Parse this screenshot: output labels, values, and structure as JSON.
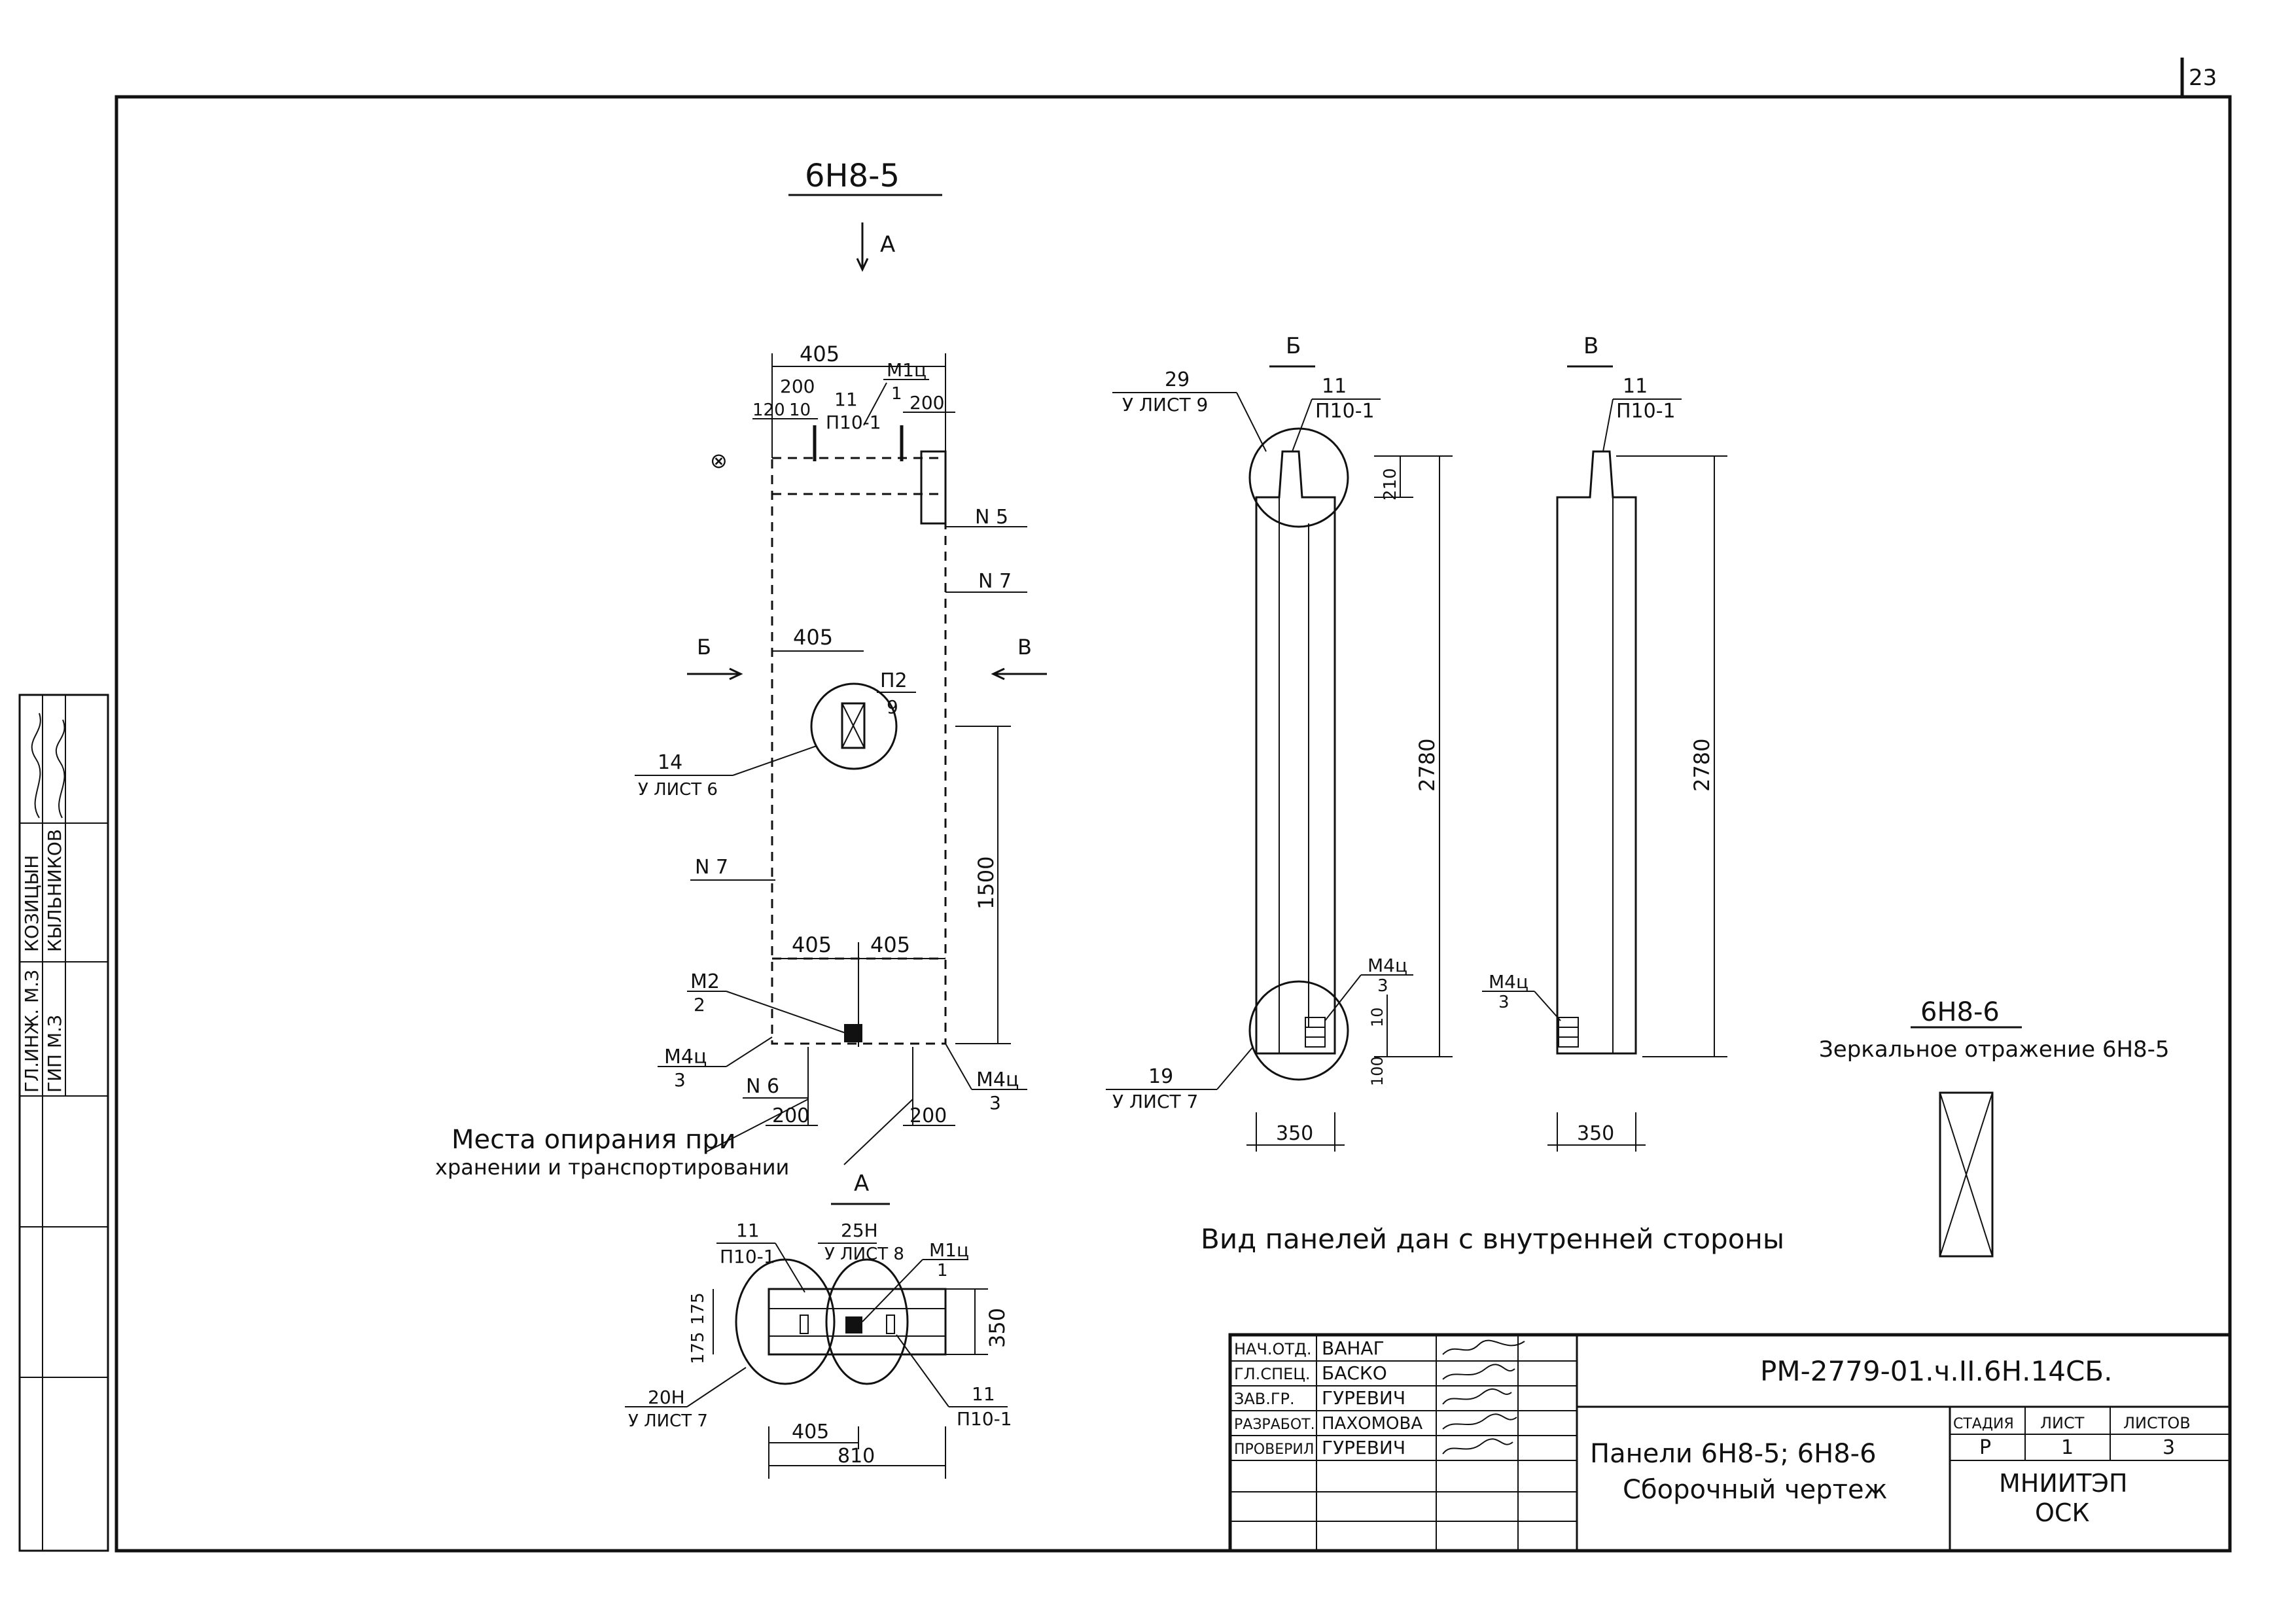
{
  "page_number": "23",
  "drawing_title": "6Н8-5",
  "view_labels": {
    "a_top": "А",
    "a_bottom": "А",
    "b": "Б",
    "v": "В",
    "b_arrow": "Б",
    "v_arrow": "В"
  },
  "front_view": {
    "dim_top_405": "405",
    "dim_200_left": "200",
    "dim_120": "120",
    "dim_10": "10",
    "dim_200_right": "200",
    "dim_mid_405": "405",
    "dim_bot_405_left": "405",
    "dim_bot_405_right": "405",
    "dim_1500": "1500",
    "dim_200_bl": "200",
    "dim_200_br": "200",
    "callout_11": "11",
    "callout_p10_1": "П10-1",
    "callout_m1c_top": "М1ц",
    "callout_1_top": "1",
    "callout_n5": "N 5",
    "callout_n7_right": "N 7",
    "callout_n7_left": "N 7",
    "callout_n6": "N 6",
    "callout_p2": "П2",
    "callout_9": "9",
    "callout_14": "14",
    "callout_list6": "У ЛИСТ 6",
    "callout_m2": "М2",
    "callout_2": "2",
    "callout_m4c_left": "М4ц",
    "callout_3_left": "3",
    "callout_m4c_right": "М4ц",
    "callout_3_right": "3",
    "support_note_line1": "Места опирания при",
    "support_note_line2": "хранении и транспортировании"
  },
  "side_view_b": {
    "callout_29": "29",
    "callout_list9": "У ЛИСТ 9",
    "callout_11": "11",
    "callout_p10_1": "П10-1",
    "dim_210": "210",
    "dim_2780": "2780",
    "callout_m4c": "М4ц",
    "callout_3": "3",
    "dim_10": "10",
    "dim_100": "100",
    "callout_19": "19",
    "callout_list7": "У ЛИСТ 7",
    "dim_350": "350"
  },
  "side_view_v": {
    "callout_11": "11",
    "callout_p10_1": "П10-1",
    "dim_2780": "2780",
    "callout_m4c": "М4ц",
    "callout_3": "3",
    "dim_350": "350"
  },
  "plan_view": {
    "callout_11_top": "11",
    "callout_p10_1_top": "П10-1",
    "callout_25n": "25Н",
    "callout_list8": "У ЛИСТ 8",
    "callout_m1c": "М1ц",
    "callout_1": "1",
    "dim_175a": "175",
    "dim_175b": "175",
    "dim_350": "350",
    "callout_20n": "20Н",
    "callout_list7": "У ЛИСТ 7",
    "callout_11_bot": "11",
    "callout_p10_1_bot": "П10-1",
    "dim_405": "405",
    "dim_810": "810"
  },
  "mirror_note": {
    "mark": "6Н8-6",
    "text": "Зеркальное отражение 6Н8-5"
  },
  "view_note": "Вид панелей дан с внутренней стороны",
  "left_stamp": {
    "role1": "ГЛ.ИНЖ. М.З",
    "name1": "КОЗИЦЫН",
    "role2": "ГИП М.З",
    "name2": "КЫЛЬНИКОВ"
  },
  "title_block": {
    "code": "РМ-2779-01.ч.II.6Н.14СБ.",
    "rows": [
      {
        "role": "НАЧ.ОТД.",
        "name": "ВАНАГ"
      },
      {
        "role": "ГЛ.СПЕЦ.",
        "name": "БАСКО"
      },
      {
        "role": "ЗАВ.ГР.",
        "name": "ГУРЕВИЧ"
      },
      {
        "role": "РАЗРАБОТ.",
        "name": "ПАХОМОВА"
      },
      {
        "role": "ПРОВЕРИЛ",
        "name": "ГУРЕВИЧ"
      }
    ],
    "name_line1": "Панели 6Н8-5; 6Н8-6",
    "name_line2": "Сборочный чертеж",
    "stage_header": "СТАДИЯ",
    "sheet_header": "ЛИСТ",
    "sheets_header": "ЛИСТОВ",
    "stage": "Р",
    "sheet": "1",
    "sheets": "3",
    "org_line1": "МНИИТЭП",
    "org_line2": "ОСК"
  }
}
